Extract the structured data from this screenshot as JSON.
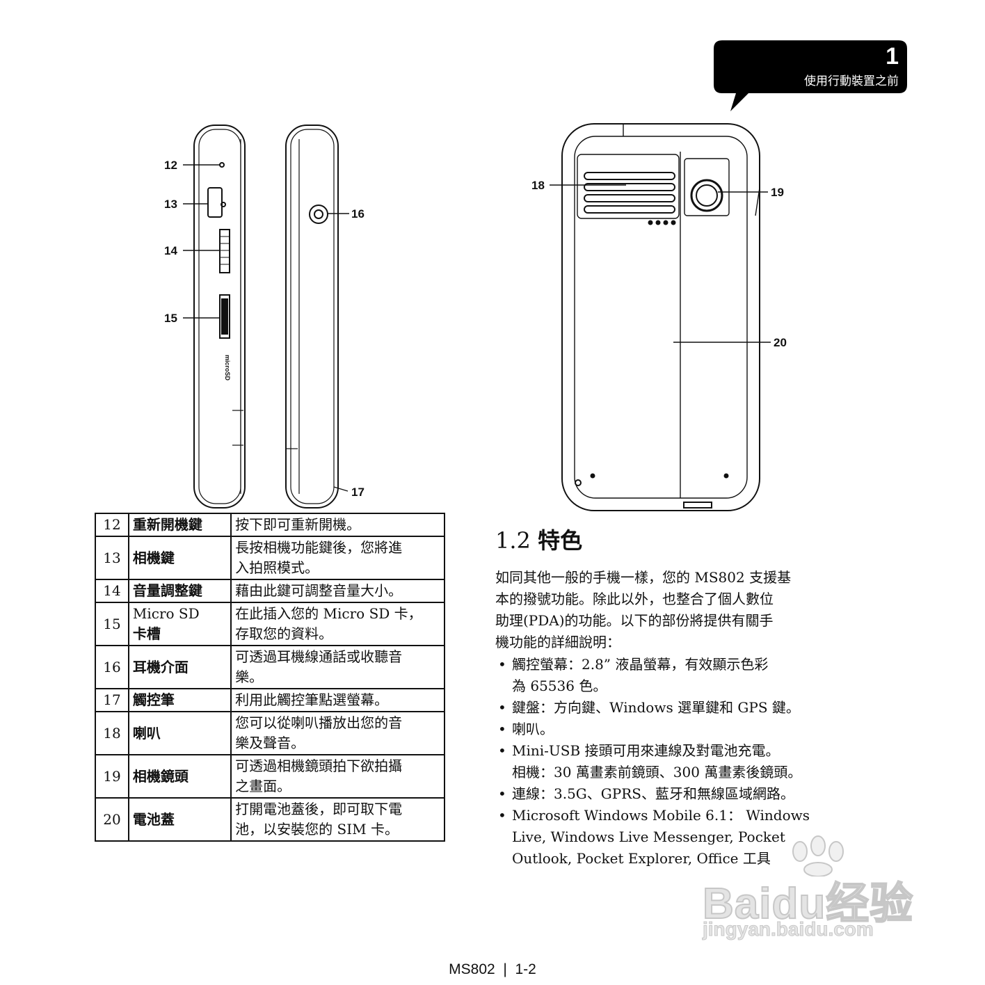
{
  "chapter": {
    "number": "1",
    "title": "使用行動裝置之前"
  },
  "callouts": [
    "12",
    "13",
    "14",
    "15",
    "16",
    "17",
    "18",
    "19",
    "20"
  ],
  "table": {
    "rows": [
      {
        "num": "12",
        "name": "重新開機鍵",
        "desc": [
          "按下即可重新開機。"
        ]
      },
      {
        "num": "13",
        "name": "相機鍵",
        "desc": [
          "長按相機功能鍵後，您將進",
          "入拍照模式。"
        ]
      },
      {
        "num": "14",
        "name": "音量調整鍵",
        "desc": [
          "藉由此鍵可調整音量大小。"
        ]
      },
      {
        "num": "15",
        "name": "Micro SD",
        "name2": "卡槽",
        "desc": [
          "在此插入您的 Micro SD 卡，",
          "存取您的資料。"
        ]
      },
      {
        "num": "16",
        "name": "耳機介面",
        "desc": [
          "可透過耳機線通話或收聽音",
          "樂。"
        ]
      },
      {
        "num": "17",
        "name": "觸控筆",
        "desc": [
          "利用此觸控筆點選螢幕。"
        ]
      },
      {
        "num": "18",
        "name": "喇叭",
        "desc": [
          "您可以從喇叭播放出您的音",
          "樂及聲音。"
        ]
      },
      {
        "num": "19",
        "name": "相機鏡頭",
        "desc": [
          "可透過相機鏡頭拍下欲拍攝",
          "之畫面。"
        ]
      },
      {
        "num": "20",
        "name": "電池蓋",
        "desc": [
          "打開電池蓋後，即可取下電",
          "池，以安裝您的 SIM 卡。"
        ]
      }
    ]
  },
  "section": {
    "number": "1.2",
    "title": "特色",
    "intro_lines": [
      "如同其他一般的手機一樣，您的 MS802 支援基",
      "本的撥號功能。除此以外，也整合了個人數位",
      "助理(PDA)的功能。以下的部份將提供有關手",
      "機功能的詳細說明："
    ],
    "features": [
      {
        "bullet": true,
        "text": "觸控螢幕：2.8” 液晶螢幕，有效顯示色彩"
      },
      {
        "bullet": false,
        "text": "為 65536 色。"
      },
      {
        "bullet": true,
        "text": "鍵盤：方向鍵、Windows 選單鍵和 GPS 鍵。"
      },
      {
        "bullet": true,
        "text": "喇叭。"
      },
      {
        "bullet": true,
        "text": "Mini-USB 接頭可用來連線及對電池充電。"
      },
      {
        "bullet": false,
        "text": "相機：30 萬畫素前鏡頭、300 萬畫素後鏡頭。"
      },
      {
        "bullet": true,
        "text": "連線：3.5G、GPRS、藍牙和無線區域網路。"
      },
      {
        "bullet": true,
        "text": "Microsoft Windows Mobile 6.1：  Windows"
      },
      {
        "bullet": false,
        "text": "Live, Windows Live Messenger, Pocket"
      },
      {
        "bullet": false,
        "text": "Outlook, Pocket Explorer, Office 工具"
      }
    ]
  },
  "watermark": {
    "logo": "Baidu经验",
    "url": "jingyan.baidu.com"
  },
  "footer": {
    "model": "MS802",
    "page": "1-2"
  }
}
